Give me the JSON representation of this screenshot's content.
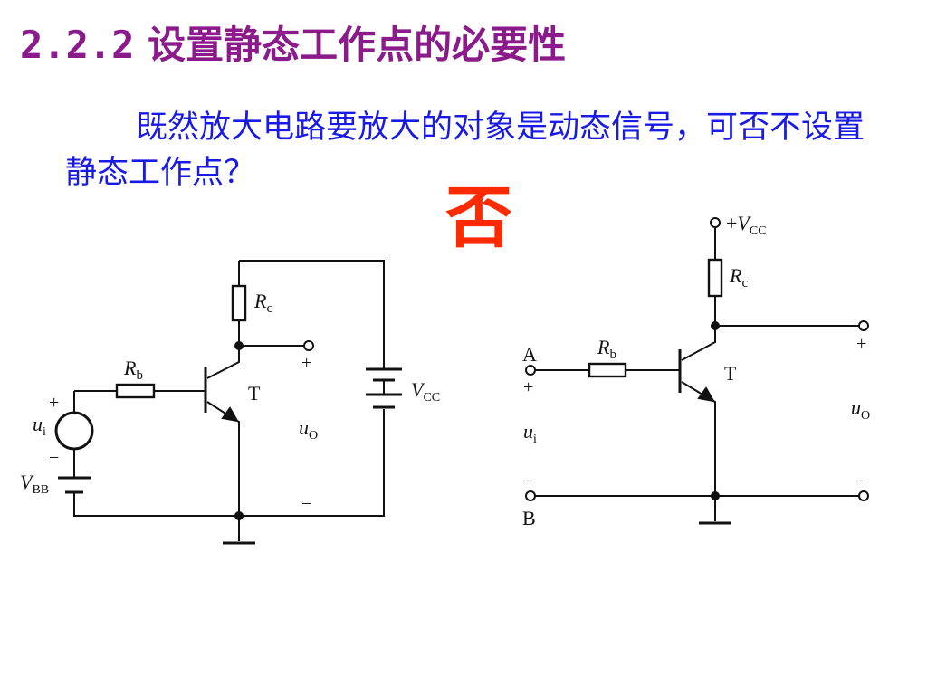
{
  "slide": {
    "section_number": "2.2.2",
    "title": "设置静态工作点的必要性",
    "question": "既然放大电路要放大的对象是动态信号，可否不设置静态工作点？",
    "answer": "否"
  },
  "colors": {
    "title": "#8b1a8b",
    "question": "#1a1ae6",
    "answer": "#ff2a00",
    "line": "#111111"
  },
  "left_circuit": {
    "rc_main": "R",
    "rc_sub": "c",
    "rb_main": "R",
    "rb_sub": "b",
    "transistor": "T",
    "vcc_main": "V",
    "vcc_sub": "CC",
    "vbb_main": "V",
    "vbb_sub": "BB",
    "ui_main": "u",
    "ui_sub": "i",
    "uo_main": "u",
    "uo_sub": "O",
    "plus": "+",
    "minus": "−"
  },
  "right_circuit": {
    "vcc_plus": "+",
    "vcc_main": "V",
    "vcc_sub": "CC",
    "rc_main": "R",
    "rc_sub": "c",
    "rb_main": "R",
    "rb_sub": "b",
    "transistor": "T",
    "node_a": "A",
    "node_b": "B",
    "ui_main": "u",
    "ui_sub": "i",
    "uo_main": "u",
    "uo_sub": "O",
    "plus": "+",
    "minus": "−"
  }
}
